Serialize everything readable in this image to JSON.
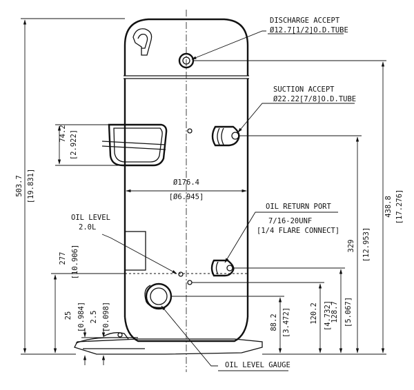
{
  "callouts": {
    "discharge_title": "DISCHARGE ACCEPT",
    "discharge_size": "Ø12.7[1/2]O.D.TUBE",
    "suction_title": "SUCTION ACCEPT",
    "suction_size": "Ø22.22[7/8]O.D.TUBE",
    "oil_return_title": "OIL RETURN PORT",
    "oil_return_thread": "7/16-20UNF",
    "oil_return_flare": "[1/4 FLARE CONNECT]",
    "oil_level_title": "OIL LEVEL",
    "oil_level_value": "2.0L",
    "oil_level_gauge": "OIL LEVEL GAUGE"
  },
  "dimensions": {
    "overall_height_mm": "503.7",
    "overall_height_in": "[19.831]",
    "oil_level_mm": "277",
    "oil_level_in": "[10.906]",
    "base_mm": "25",
    "base_in": "[0.984]",
    "foot_mm": "2.5",
    "foot_in": "[0.098]",
    "terminal_box_mm": "74.2",
    "terminal_box_in": "[2.922]",
    "diameter_mm": "Ø176.4",
    "diameter_in": "[Ø6.945]",
    "discharge_height_mm": "438.8",
    "discharge_height_in": "[17.276]",
    "suction_height_mm": "329",
    "suction_height_in": "[12.953]",
    "oil_return_height_mm": "128.7",
    "oil_return_height_in": "[5.067]",
    "gauge_height_mm": "120.2",
    "gauge_height_in": "[4.732]",
    "sight_height_mm": "88.2",
    "sight_height_in": "[3.472]"
  }
}
